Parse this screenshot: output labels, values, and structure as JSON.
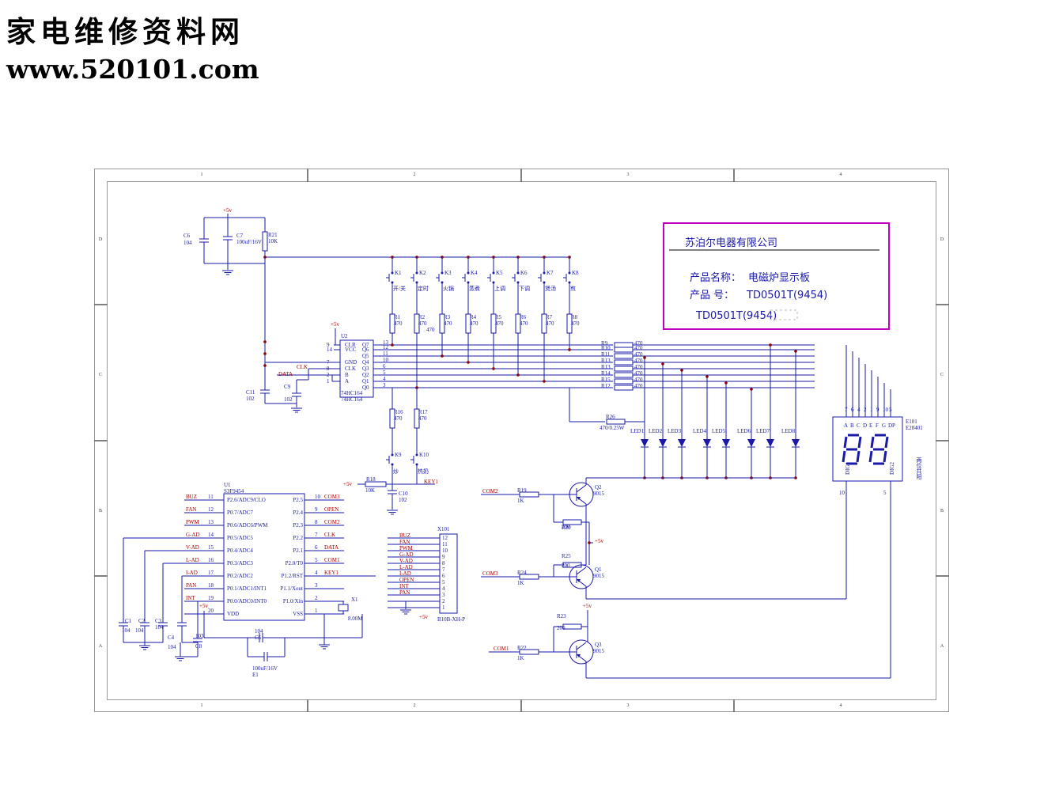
{
  "watermark": {
    "line1": "家电维修资料网",
    "line2": "www.520101.com"
  },
  "title_block": {
    "company": "苏泊尔电器有限公司",
    "name_label": "产品名称：",
    "name_value": "电磁炉显示板",
    "model_label": "产品 号：",
    "model_value": "TD0501T(9454)",
    "model_repeat": "TD0501T(9454)"
  },
  "frame": {
    "cols": [
      "1",
      "2",
      "3",
      "4"
    ],
    "rows": [
      "D",
      "C",
      "B",
      "A"
    ]
  },
  "power": {
    "vcc": "+5v"
  },
  "mcu": {
    "ref": "U1",
    "part": "S3F9454",
    "left_pins": [
      {
        "net": "BUZ",
        "num": "11",
        "name": "P2.6/ADC9/CLO"
      },
      {
        "net": "FAN",
        "num": "12",
        "name": "P0.7/ADC7"
      },
      {
        "net": "PWM",
        "num": "13",
        "name": "P0.6/ADC6/PWM"
      },
      {
        "net": "G-AD",
        "num": "14",
        "name": "P0.5/ADC5"
      },
      {
        "net": "V-AD",
        "num": "15",
        "name": "P0.4/ADC4"
      },
      {
        "net": "L-AD",
        "num": "16",
        "name": "P0.3/ADC3"
      },
      {
        "net": "I-AD",
        "num": "17",
        "name": "P0.2/ADC2"
      },
      {
        "net": "PAN",
        "num": "18",
        "name": "P0.1/ADC1/INT1"
      },
      {
        "net": "INT",
        "num": "19",
        "name": "P0.0/ADC0/INT0"
      },
      {
        "net": "",
        "num": "20",
        "name": "VDD"
      }
    ],
    "right_pins": [
      {
        "net": "COM3",
        "num": "10",
        "name": "P2.5"
      },
      {
        "net": "OPEN",
        "num": "9",
        "name": "P2.4"
      },
      {
        "net": "COM2",
        "num": "8",
        "name": "P2.3"
      },
      {
        "net": "CLK",
        "num": "7",
        "name": "P2.2"
      },
      {
        "net": "DATA",
        "num": "6",
        "name": "P2.1"
      },
      {
        "net": "COM1",
        "num": "5",
        "name": "P2.0/T0"
      },
      {
        "net": "KEY1",
        "num": "4",
        "name": "P1.2/RST"
      },
      {
        "net": "",
        "num": "3",
        "name": "P1.1/Xout"
      },
      {
        "net": "",
        "num": "2",
        "name": "P1.0/Xin"
      },
      {
        "net": "",
        "num": "1",
        "name": "VSS"
      }
    ]
  },
  "shift_register": {
    "ref": "U2",
    "part": "74HC164",
    "part2": "74HC164",
    "left_pins": [
      {
        "num": "9",
        "name": "CLR"
      },
      {
        "num": "14",
        "name": "VCC"
      },
      {
        "num": "7",
        "name": "GND"
      },
      {
        "num": "8",
        "name": "CLK"
      },
      {
        "num": "2",
        "name": "B"
      },
      {
        "num": "1",
        "name": "A"
      }
    ],
    "right_pins": [
      {
        "num": "13",
        "name": "Q7"
      },
      {
        "num": "12",
        "name": "Q6"
      },
      {
        "num": "11",
        "name": "Q5"
      },
      {
        "num": "10",
        "name": "Q4"
      },
      {
        "num": "6",
        "name": "Q3"
      },
      {
        "num": "5",
        "name": "Q2"
      },
      {
        "num": "4",
        "name": "Q1"
      },
      {
        "num": "3",
        "name": "Q0"
      }
    ],
    "in_nets": {
      "data": "DATA",
      "clk": "CLK"
    }
  },
  "keys": [
    {
      "ref": "K1",
      "label": "开/关",
      "r": "R1",
      "rv": "470"
    },
    {
      "ref": "K2",
      "label": "定时",
      "r": "R2",
      "rv": "470"
    },
    {
      "ref": "K3",
      "label": "火锅",
      "r": "R3",
      "rv": "470"
    },
    {
      "ref": "K4",
      "label": "蒸煮",
      "r": "R4",
      "rv": "470"
    },
    {
      "ref": "K5",
      "label": "上调",
      "r": "R5",
      "rv": "470"
    },
    {
      "ref": "K6",
      "label": "下调",
      "r": "R6",
      "rv": "470"
    },
    {
      "ref": "K7",
      "label": "煲汤",
      "r": "R7",
      "rv": "470"
    },
    {
      "ref": "K8",
      "label": "煎",
      "r": "R8",
      "rv": "470"
    }
  ],
  "keys_lower": [
    {
      "ref": "K9",
      "label": "炒",
      "r": "R16",
      "rv": "470"
    },
    {
      "ref": "K10",
      "label": "热奶",
      "r": "R17",
      "rv": "470"
    }
  ],
  "r2_extra": "470",
  "seg_resistors": [
    {
      "ref": "R9",
      "v": "470"
    },
    {
      "ref": "R10",
      "v": "470"
    },
    {
      "ref": "R11",
      "v": "470"
    },
    {
      "ref": "R13",
      "v": "470"
    },
    {
      "ref": "R13",
      "v": "470"
    },
    {
      "ref": "R14",
      "v": "470"
    },
    {
      "ref": "R15",
      "v": "470"
    },
    {
      "ref": "R12",
      "v": "470"
    }
  ],
  "leds": [
    "LED1",
    "LED2",
    "LED3",
    "LED4",
    "LED5",
    "LED6",
    "LED7",
    "LED8"
  ],
  "r26": {
    "ref": "R26",
    "v": "470/0.25W"
  },
  "display": {
    "ref": "E101",
    "part": "E20401",
    "segs": [
      "A",
      "B",
      "C",
      "D",
      "E",
      "F",
      "G",
      "DP"
    ],
    "seg_pins": [
      "7",
      "6",
      "4",
      "2",
      "1",
      "9",
      "10",
      "5"
    ],
    "dig1": "DIG1",
    "dig2": "DIG2",
    "pin_dig1": "10",
    "pin_dig2": "5",
    "caption": "两位共阳"
  },
  "transistors": [
    {
      "ref": "Q2",
      "part": "9015",
      "net": "COM2",
      "rb": "R19",
      "rbv": "1K",
      "re": "R20",
      "rev": "200"
    },
    {
      "ref": "Q1",
      "part": "9015",
      "net": "COM3",
      "rb": "R24",
      "rbv": "1K",
      "re": "R25",
      "rev": "200"
    },
    {
      "ref": "Q3",
      "part": "9015",
      "net": "COM1",
      "rb": "R22",
      "rbv": "1K",
      "re": "R23",
      "rev": "200"
    }
  ],
  "passives": {
    "c6": {
      "ref": "C6",
      "v": "104"
    },
    "c7": {
      "ref": "C7",
      "v": "100uF/16V"
    },
    "r21": {
      "ref": "R21",
      "v": "10K"
    },
    "c11": {
      "ref": "C11",
      "v": "102"
    },
    "c9": {
      "ref": "C9",
      "v": "102"
    },
    "r18": {
      "ref": "R18",
      "v": "10K"
    },
    "c10": {
      "ref": "C10",
      "v": "102"
    },
    "c1": {
      "ref": "C1",
      "v": "104"
    },
    "c2": {
      "ref": "C2",
      "v": "104"
    },
    "c3": {
      "ref": "C3",
      "v": "104"
    },
    "c4": {
      "ref": "C4",
      "v": "104"
    },
    "c8": {
      "ref": "C8",
      "v": "103"
    },
    "c5": {
      "ref": "C5",
      "v": "104"
    },
    "e1": {
      "ref": "E1",
      "v": "100uF/16V"
    },
    "x1": {
      "ref": "X1",
      "v": "8.00M"
    }
  },
  "key1_net": "KEY1",
  "connector": {
    "ref": "X101",
    "part": "B10B-XH-P",
    "nets": [
      "BUZ",
      "FAN",
      "PWM",
      "G-AD",
      "V-AD",
      "L-AD",
      "I-AD",
      "OPEN",
      "INT",
      "PAN",
      "",
      ""
    ],
    "pins": [
      "12",
      "11",
      "10",
      "9",
      "8",
      "7",
      "6",
      "5",
      "4",
      "3",
      "2",
      "1"
    ]
  }
}
